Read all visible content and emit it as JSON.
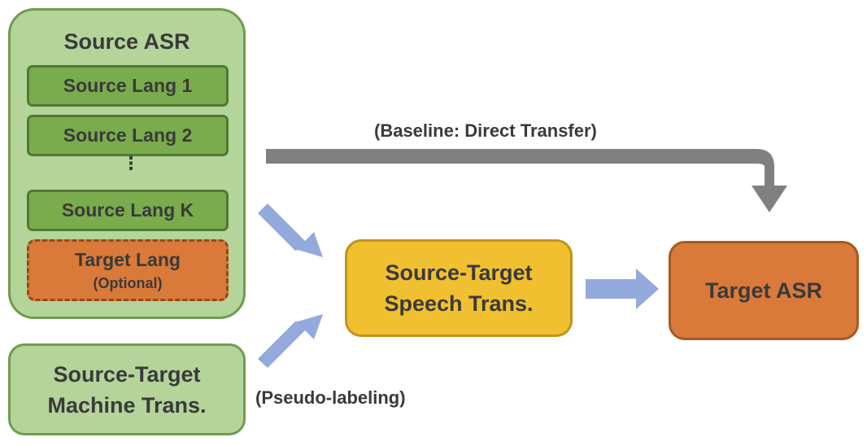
{
  "source_asr": {
    "title": "Source ASR",
    "languages": [
      "Source Lang 1",
      "Source Lang 2",
      "Source Lang K"
    ],
    "ellipsis": "⋮",
    "target_lang": {
      "label": "Target Lang",
      "note": "(Optional)"
    }
  },
  "machine_trans": {
    "line1": "Source-Target",
    "line2": "Machine Trans."
  },
  "speech_trans": {
    "line1": "Source-Target",
    "line2": "Speech Trans."
  },
  "target_asr": {
    "label": "Target ASR"
  },
  "edges": {
    "baseline_label": "(Baseline: Direct Transfer)",
    "pseudo_label": "(Pseudo-labeling)"
  },
  "colors": {
    "green_light": "#b4d49a",
    "green_dark": "#7aac4d",
    "orange": "#d97a3a",
    "yellow": "#f0c030",
    "arrow_blue": "#94a9dc",
    "arrow_gray": "#808080"
  }
}
